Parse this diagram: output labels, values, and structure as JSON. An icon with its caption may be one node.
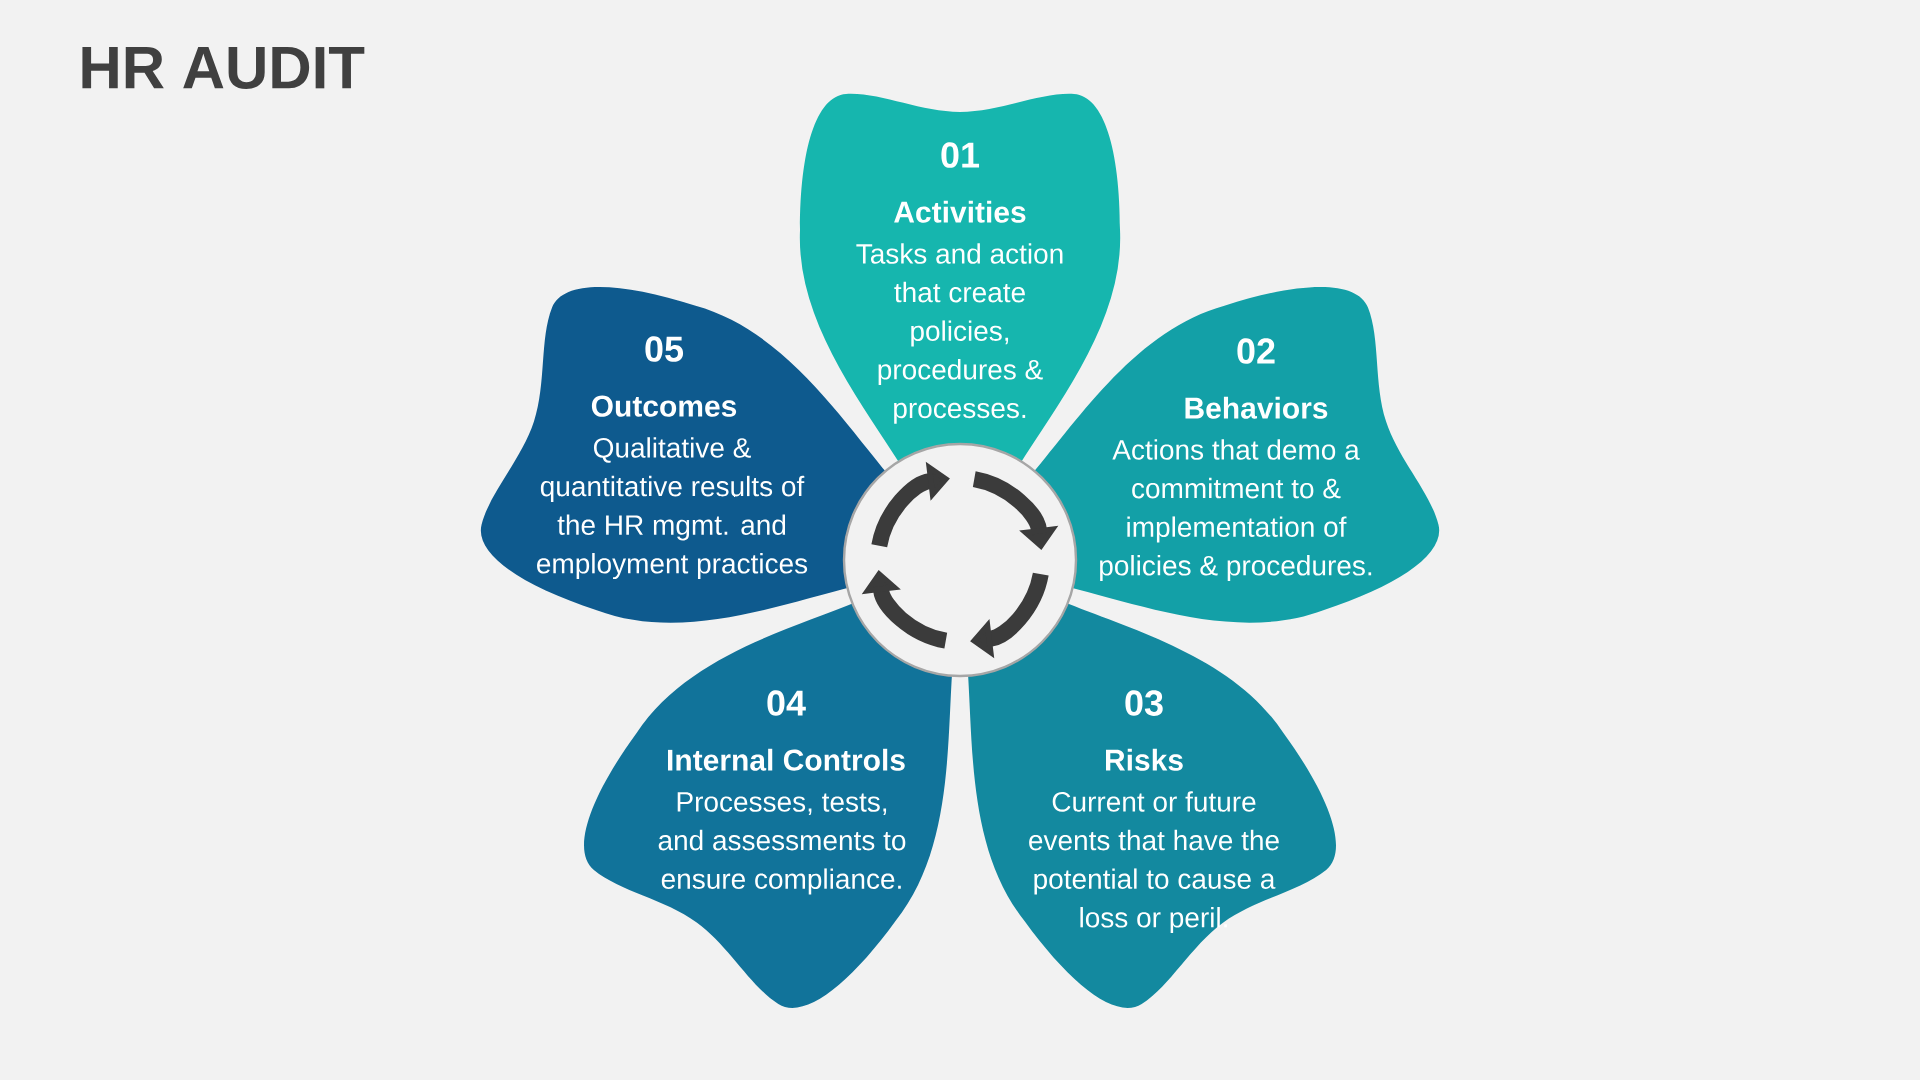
{
  "diagram": {
    "title": "HR AUDIT",
    "nodes": [
      {
        "text": [
          "01",
          "Activities",
          "Tasks and action that create policies, procedures & processes."
        ]
      },
      {
        "text": [
          "02",
          "Behaviors",
          "Actions that demo a commitment to & implementation of policies & procedures."
        ]
      },
      {
        "text": [
          "03",
          "Risks",
          "Current or future events that have the potential to cause a loss or peril."
        ]
      },
      {
        "text": [
          "04",
          "Internal Controls",
          "Processes, tests, and assessments to ensure compliance."
        ]
      },
      {
        "text": [
          "05",
          "Outcomes",
          "Qualitative & quantitative results of the HR mgmt. and employment practices"
        ]
      },
      {
        "text": [],
        "shape": "circle"
      }
    ]
  }
}
